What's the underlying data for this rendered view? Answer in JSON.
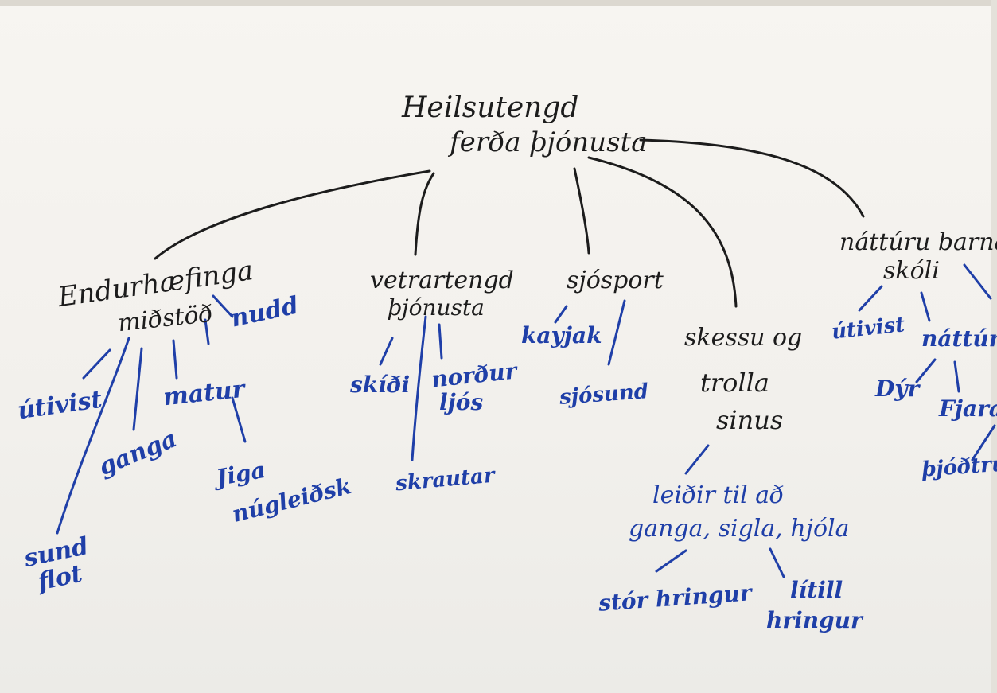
{
  "root": {
    "line1": "Heilsutengd",
    "line2": "ferða þjónusta"
  },
  "branches": {
    "endurhaefing": {
      "line1": "Endurhæfinga",
      "line2": "miðstöð",
      "children": {
        "nudd": "nudd",
        "utivist": "útivist",
        "matur": "matur",
        "ganga": "ganga",
        "jiga": "Jiga",
        "nuglaekk": "núgleiðsk",
        "sund1": "sund",
        "sund2": "flot"
      }
    },
    "vetrar": {
      "line1": "vetrartengd",
      "line2": "þjónusta",
      "children": {
        "skidi": "skíði",
        "nordur1": "norður",
        "nordur2": "ljós",
        "skrautar": "skrautar"
      }
    },
    "sjosport": {
      "label": "sjósport",
      "children": {
        "kayjak": "kayjak",
        "sjosund": "sjósund"
      }
    },
    "skessu": {
      "line1": "skessu og",
      "line2": "trolla",
      "line3": "sinus",
      "children": {
        "leidir": "leiðir til að",
        "leidir2": "ganga, sigla, hjóla",
        "stor": "stór hringur",
        "litill1": "lítill",
        "litill2": "hringur"
      }
    },
    "natturu": {
      "line1": "náttúru barna",
      "line2": "skóli",
      "children": {
        "utivist": "útivist",
        "nattura": "náttúra",
        "dyr": "Dýr",
        "fjara": "Fjara",
        "thjodtru": "þjóðtrú"
      }
    }
  },
  "colors": {
    "ink_black": "#1c1c1c",
    "ink_blue": "#1f3fa8",
    "board": "#f4f2ee"
  }
}
